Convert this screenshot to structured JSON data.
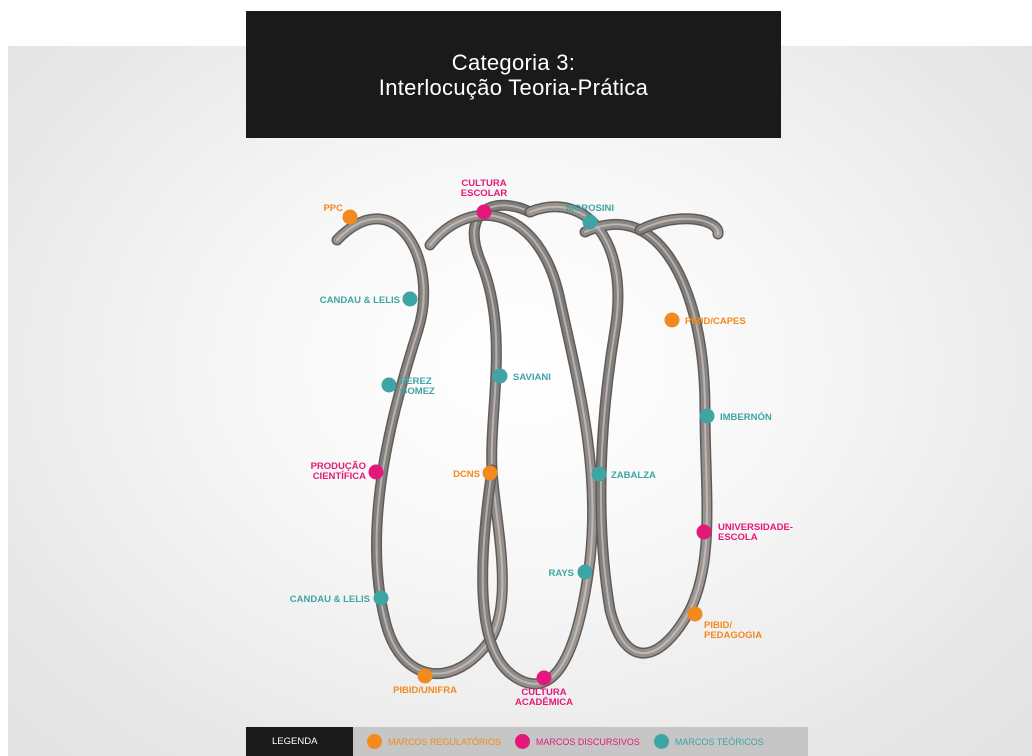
{
  "header": {
    "title_line1": "Categoria 3:",
    "title_line2": "Interlocução Teoria-Prática"
  },
  "colors": {
    "regulatorios": "#f28a1e",
    "discursivos": "#e4187a",
    "teoricos": "#3fa4a4",
    "spiral": "#8a8683"
  },
  "nodes": [
    {
      "id": "ppc",
      "label": [
        "PPC"
      ],
      "category": "regulatorios"
    },
    {
      "id": "cultura-escolar",
      "label": [
        "CULTURA",
        "ESCOLAR"
      ],
      "category": "discursivos"
    },
    {
      "id": "morosini",
      "label": [
        "MOROSINI"
      ],
      "category": "teoricos"
    },
    {
      "id": "candau-lelis-1",
      "label": [
        "CANDAU & LELIS"
      ],
      "category": "teoricos"
    },
    {
      "id": "pibid-capes",
      "label": [
        "PIBID/CAPES"
      ],
      "category": "regulatorios"
    },
    {
      "id": "perez-gomez",
      "label": [
        "PEREZ",
        "GOMEZ"
      ],
      "category": "teoricos"
    },
    {
      "id": "saviani",
      "label": [
        "SAVIANI"
      ],
      "category": "teoricos"
    },
    {
      "id": "imbernon",
      "label": [
        "IMBERNÓN"
      ],
      "category": "teoricos"
    },
    {
      "id": "producao-cientifica",
      "label": [
        "PRODUÇÃO",
        "CIENTÍFICA"
      ],
      "category": "discursivos"
    },
    {
      "id": "dcns",
      "label": [
        "DCNS"
      ],
      "category": "regulatorios"
    },
    {
      "id": "zabalza",
      "label": [
        "ZABALZA"
      ],
      "category": "teoricos"
    },
    {
      "id": "universidade-escola",
      "label": [
        "UNIVERSIDADE-",
        "ESCOLA"
      ],
      "category": "discursivos"
    },
    {
      "id": "rays",
      "label": [
        "RAYS"
      ],
      "category": "teoricos"
    },
    {
      "id": "candau-lelis-2",
      "label": [
        "CANDAU & LELIS"
      ],
      "category": "teoricos"
    },
    {
      "id": "pibid-pedagogia",
      "label": [
        "PIBID/",
        "PEDAGOGIA"
      ],
      "category": "regulatorios"
    },
    {
      "id": "pibid-unifra",
      "label": [
        "PIBID/UNIFRA"
      ],
      "category": "regulatorios"
    },
    {
      "id": "cultura-academica",
      "label": [
        "CULTURA",
        "ACADÊMICA"
      ],
      "category": "discursivos"
    }
  ],
  "legend": {
    "title": "LEGENDA",
    "items": [
      {
        "key": "regulatorios",
        "label": "MARCOS REGULATÓRIOS"
      },
      {
        "key": "discursivos",
        "label": "MARCOS DISCURSIVOS"
      },
      {
        "key": "teoricos",
        "label": "MARCOS TEÓRICOS"
      }
    ]
  }
}
